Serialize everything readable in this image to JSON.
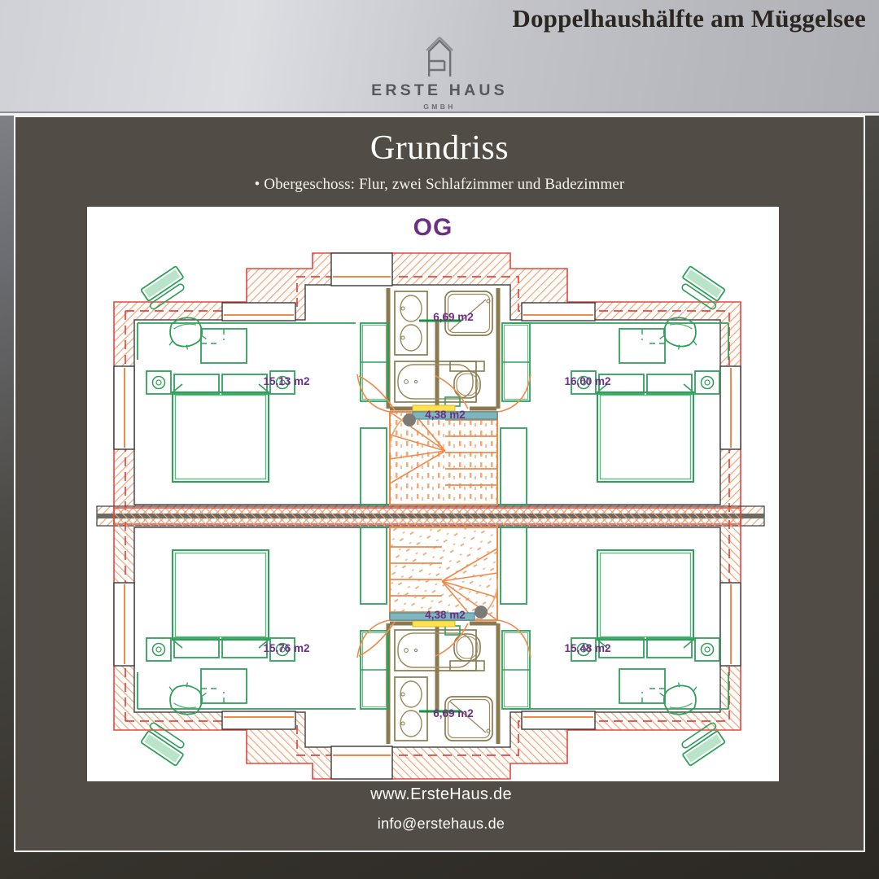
{
  "header": {
    "brand_title": "Doppelhaushälfte am Müggelsee",
    "logo": {
      "icon": "house-outline-logo",
      "name": "ERSTE HAUS",
      "sub": "GMBH"
    }
  },
  "panel": {
    "title": "Grundriss",
    "subtitle": "• Obergeschoss: Flur, zwei Schlafzimmer und Badezimmer"
  },
  "floorplan": {
    "level_label": "OG",
    "upper_unit": {
      "bedroom_left": "15,13 m2",
      "bathroom": "6,69 m2",
      "hall": "4,38 m2",
      "bedroom_right": "16,00 m2"
    },
    "lower_unit": {
      "bedroom_left": "15,76 m2",
      "bathroom": "6,69 m2",
      "hall": "4,38 m2",
      "bedroom_right": "15,48 m2"
    }
  },
  "footer": {
    "website": "www.ErsteHaus.de",
    "email": "info@erstehaus.de"
  },
  "colors": {
    "accent_purple": "#6d2f86",
    "wall_hatch": "#f08a4b",
    "wall_outline": "#e8453c",
    "furniture_green": "#2fa05a",
    "fixture_tan": "#8a7a4e",
    "panel_bg": "#514d46"
  }
}
